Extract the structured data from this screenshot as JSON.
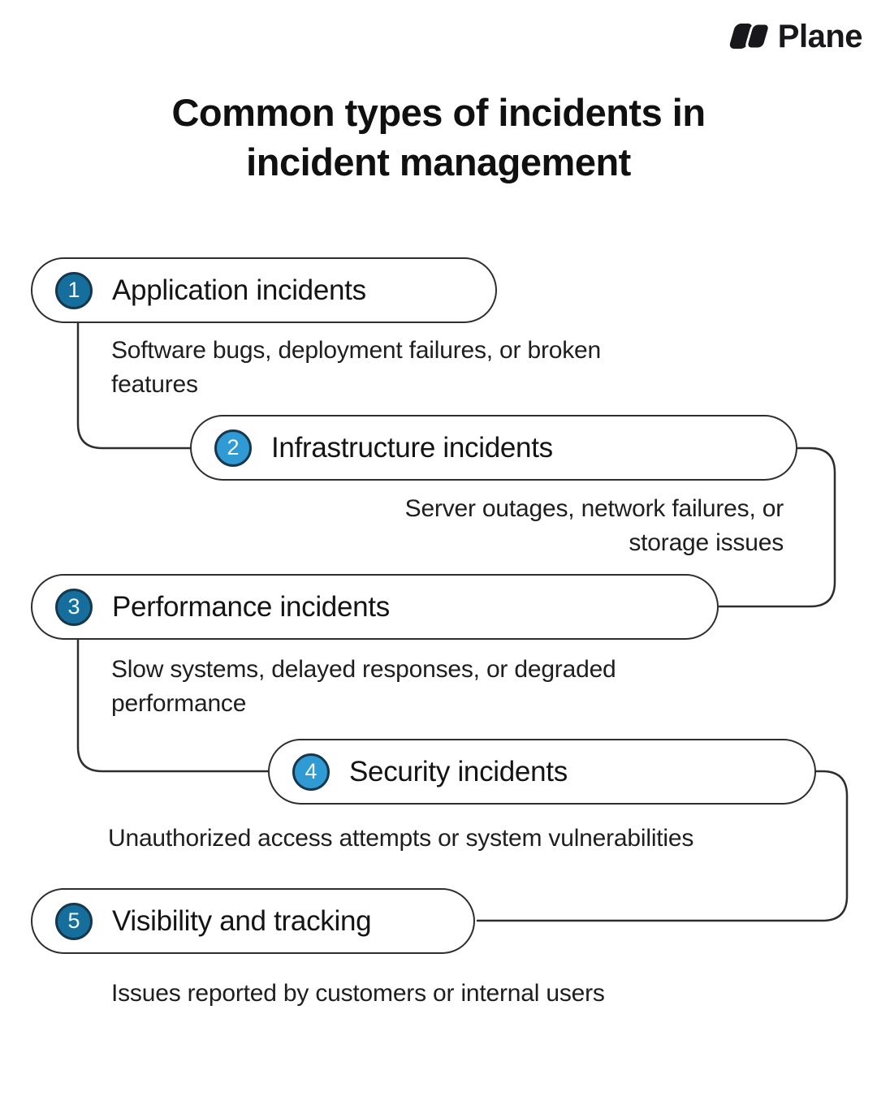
{
  "brand": {
    "name": "Plane",
    "logo_icon": "plane-logo-icon"
  },
  "title": {
    "line1": "Common types of incidents in",
    "line2": "incident management"
  },
  "items": [
    {
      "number": "1",
      "label": "Application incidents",
      "description": "Software bugs, deployment failures, or broken features"
    },
    {
      "number": "2",
      "label": "Infrastructure incidents",
      "description": "Server outages, network failures, or storage issues"
    },
    {
      "number": "3",
      "label": "Performance incidents",
      "description": "Slow systems, delayed responses, or degraded performance"
    },
    {
      "number": "4",
      "label": "Security incidents",
      "description": "Unauthorized access attempts or system vulnerabilities"
    },
    {
      "number": "5",
      "label": "Visibility and tracking",
      "description": "Issues reported by customers or internal users"
    }
  ],
  "colors": {
    "badge_dark": "#156e9c",
    "badge_light": "#2f9ad3",
    "badge_border": "#16384d",
    "outline": "#2e2e2e",
    "text": "#141414",
    "background": "#ffffff"
  }
}
